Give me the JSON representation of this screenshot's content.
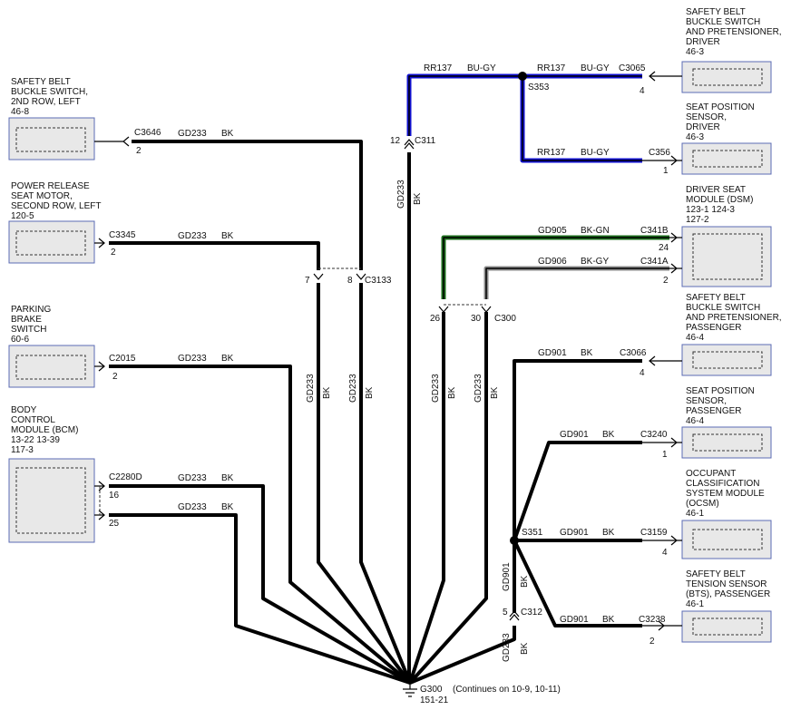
{
  "components": {
    "sbbs_2nd_left": {
      "lines": [
        "SAFETY BELT",
        "BUCKLE SWITCH,",
        "2ND ROW, LEFT",
        "46-8"
      ]
    },
    "power_release": {
      "lines": [
        "POWER RELEASE",
        "SEAT MOTOR,",
        "SECOND ROW, LEFT",
        "120-5"
      ]
    },
    "parking_brake": {
      "lines": [
        "PARKING",
        "BRAKE",
        "SWITCH",
        "60-6"
      ]
    },
    "bcm": {
      "lines": [
        "BODY",
        "CONTROL",
        "MODULE (BCM)",
        "13-22   13-39",
        "117-3"
      ]
    },
    "sbbs_driver": {
      "lines": [
        "SAFETY BELT",
        "BUCKLE SWITCH",
        "AND PRETENSIONER,",
        "DRIVER",
        "46-3"
      ]
    },
    "seat_pos_driver": {
      "lines": [
        "SEAT POSITION",
        "SENSOR,",
        "DRIVER",
        "46-3"
      ]
    },
    "dsm": {
      "lines": [
        "DRIVER SEAT",
        "MODULE (DSM)",
        "123-1   124-3",
        "127-2"
      ]
    },
    "sbbs_passenger": {
      "lines": [
        "SAFETY BELT",
        "BUCKLE SWITCH",
        "AND PRETENSIONER,",
        "PASSENGER",
        "46-4"
      ]
    },
    "seat_pos_passenger": {
      "lines": [
        "SEAT POSITION",
        "SENSOR,",
        "PASSENGER",
        "46-4"
      ]
    },
    "ocsm": {
      "lines": [
        "OCCUPANT",
        "CLASSIFICATION",
        "SYSTEM MODULE",
        "(OCSM)",
        "46-1"
      ]
    },
    "bts": {
      "lines": [
        "SAFETY BELT",
        "TENSION SENSOR",
        "(BTS), PASSENGER",
        "46-1"
      ]
    }
  },
  "connectors": {
    "c3646": {
      "name": "C3646",
      "pin": "2"
    },
    "c3345": {
      "name": "C3345",
      "pin": "2"
    },
    "c2015": {
      "name": "C2015",
      "pin": "2"
    },
    "c2280d": {
      "name": "C2280D",
      "pin16": "16",
      "pin25": "25"
    },
    "c3065": {
      "name": "C3065",
      "pin": "4"
    },
    "c356": {
      "name": "C356",
      "pin": "1"
    },
    "c341b": {
      "name": "C341B",
      "pin": "24"
    },
    "c341a": {
      "name": "C341A",
      "pin": "2"
    },
    "c3066": {
      "name": "C3066",
      "pin": "4"
    },
    "c3240": {
      "name": "C3240",
      "pin": "1"
    },
    "c3159": {
      "name": "C3159",
      "pin": "4"
    },
    "c3238": {
      "name": "C3238",
      "pin": "2"
    },
    "c311": {
      "name": "C311",
      "pin": "12"
    },
    "c3133": {
      "name": "C3133",
      "pin7": "7",
      "pin8": "8"
    },
    "c300": {
      "name": "C300",
      "pin26": "26",
      "pin30": "30"
    },
    "c312": {
      "name": "C312",
      "pin": "5"
    }
  },
  "splices": {
    "s353": "S353",
    "s351": "S351"
  },
  "wires": {
    "gd233": "GD233",
    "bk": "BK",
    "rr137": "RR137",
    "bugy": "BU-GY",
    "gd905": "GD905",
    "bkgn": "BK-GN",
    "gd906": "GD906",
    "bkgy": "BK-GY",
    "gd901": "GD901"
  },
  "ground": {
    "name": "G300",
    "ref": "151-21",
    "note": "(Continues on 10-9, 10-11)"
  },
  "colors": {
    "blue": "#1010d0",
    "green": "#1c6e1c",
    "gray": "#8a8a8a",
    "box": "#e8e8e8",
    "box_border": "#5b6bb5"
  }
}
